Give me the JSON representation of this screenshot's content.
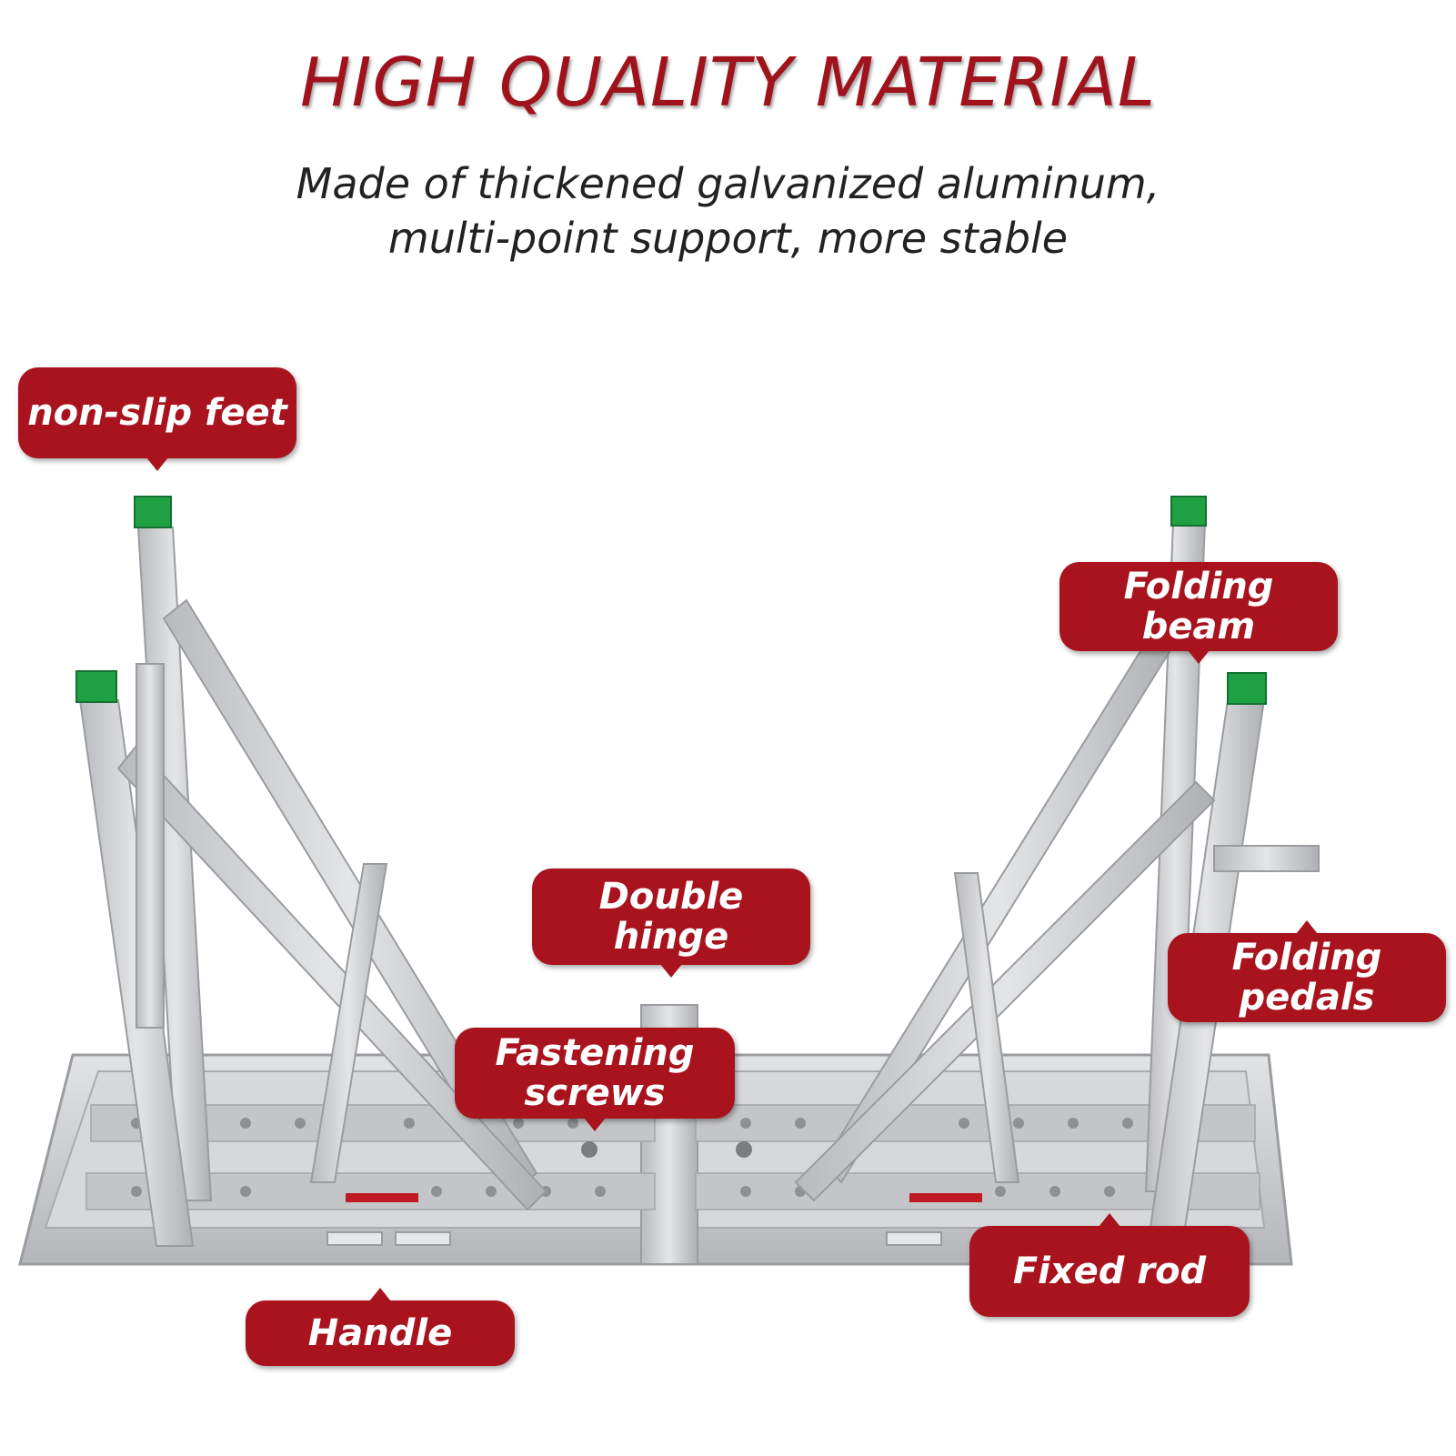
{
  "header": {
    "title": "HIGH QUALITY MATERIAL",
    "subtitle_line1": "Made of thickened galvanized aluminum,",
    "subtitle_line2": "multi-point support, more stable"
  },
  "callouts": {
    "non_slip_feet": "non-slip feet",
    "folding_beam_line1": "Folding",
    "folding_beam_line2": "beam",
    "double_hinge_line1": "Double",
    "double_hinge_line2": "hinge",
    "folding_pedals_line1": "Folding",
    "folding_pedals_line2": "pedals",
    "fastening_screws_line1": "Fastening",
    "fastening_screws_line2": "screws",
    "fixed_rod": "Fixed rod",
    "handle": "Handle"
  },
  "colors": {
    "accent_red": "#a8131e",
    "foot_green": "#1fa043",
    "metal": "#cfd0d2"
  }
}
